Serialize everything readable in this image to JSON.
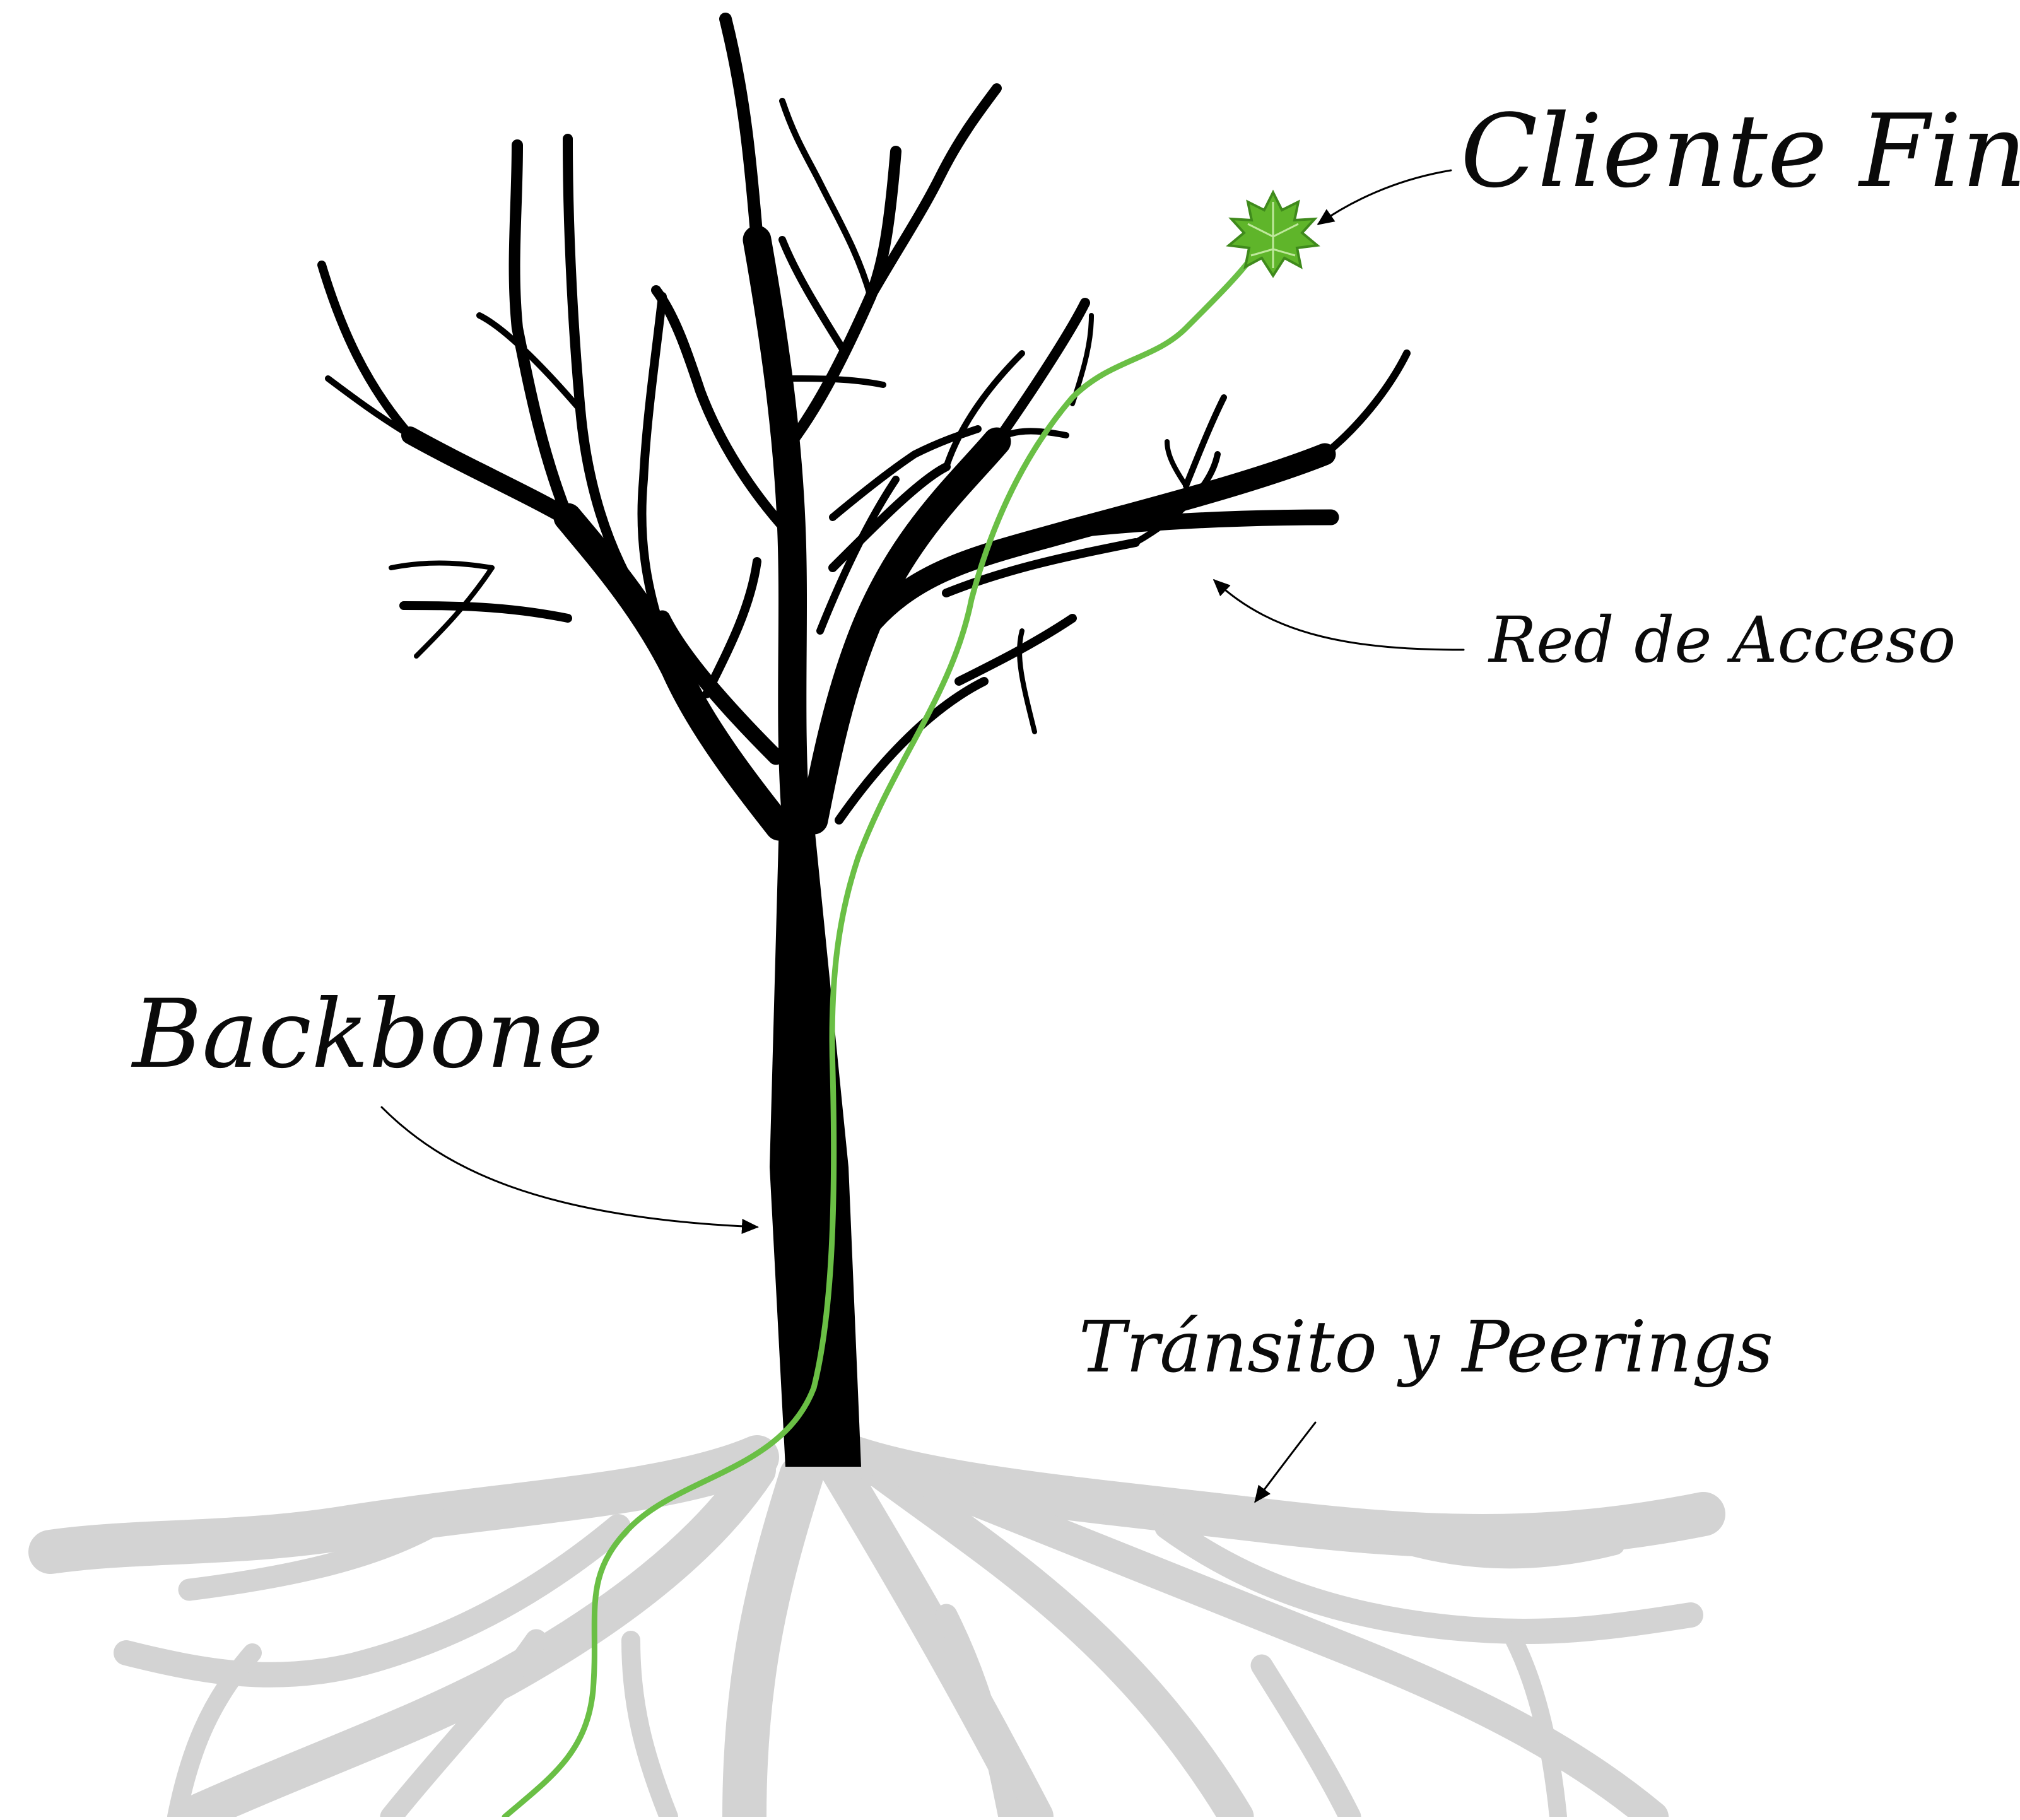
{
  "labels": {
    "cliente_final": "Cliente Final",
    "red_de_acceso": "Red de Acceso",
    "backbone": "Backbone",
    "transito_y_peerings": "Tránsito y Peerings"
  },
  "colors": {
    "trunk": "#000000",
    "roots": "#d3d3d3",
    "cable": "#6abf45",
    "leaf": "#5fb52a",
    "background": "#ffffff"
  }
}
